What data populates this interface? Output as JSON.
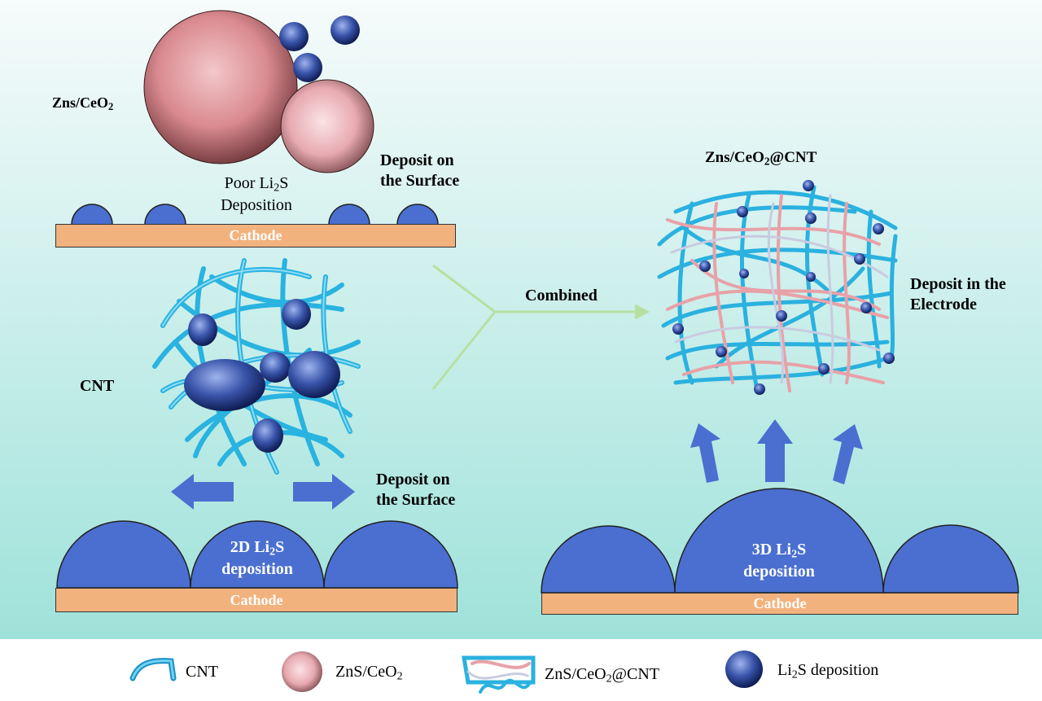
{
  "top_panel": {
    "particle_label": "Zns/CeO",
    "particle_label_sub": "2",
    "poor_line1": "Poor Li",
    "poor_sub": "2",
    "poor_line1_end": "S",
    "poor_line2": "Deposition",
    "deposit_line1": "Deposit on",
    "deposit_line2": "the Surface",
    "cathode": "Cathode"
  },
  "middle_panel": {
    "cnt_label": "CNT",
    "deposit_line1": "Deposit on",
    "deposit_line2": "the Surface",
    "dep2d_line1": "2D Li",
    "dep2d_sub": "2",
    "dep2d_line1_end": "S",
    "dep2d_line2": "deposition",
    "cathode": "Cathode"
  },
  "combined_label": "Combined",
  "right_panel": {
    "title_pre": "Zns/CeO",
    "title_sub": "2",
    "title_post": "@CNT",
    "deposit_line1": "Deposit in the",
    "deposit_line2": "Electrode",
    "dep3d_line1": "3D Li",
    "dep3d_sub": "2",
    "dep3d_line1_end": "S",
    "dep3d_line2": "deposition",
    "cathode": "Cathode"
  },
  "legend": {
    "cnt": "CNT",
    "zns_pre": "ZnS/CeO",
    "zns_sub": "2",
    "composite_pre": "ZnS/CeO",
    "composite_sub": "2",
    "composite_post": "@CNT",
    "li2s_pre": "Li",
    "li2s_sub": "2",
    "li2s_post": "S deposition"
  },
  "colors": {
    "background_top": "#f4fafa",
    "background_bottom": "#9ee2da",
    "deposit_blue": "#4a6fd0",
    "cathode": "#f2b27e",
    "cnt_cyan": "#29b3e0",
    "particle_pink": "#d98a90",
    "arrow_green": "#b7e0a0"
  }
}
